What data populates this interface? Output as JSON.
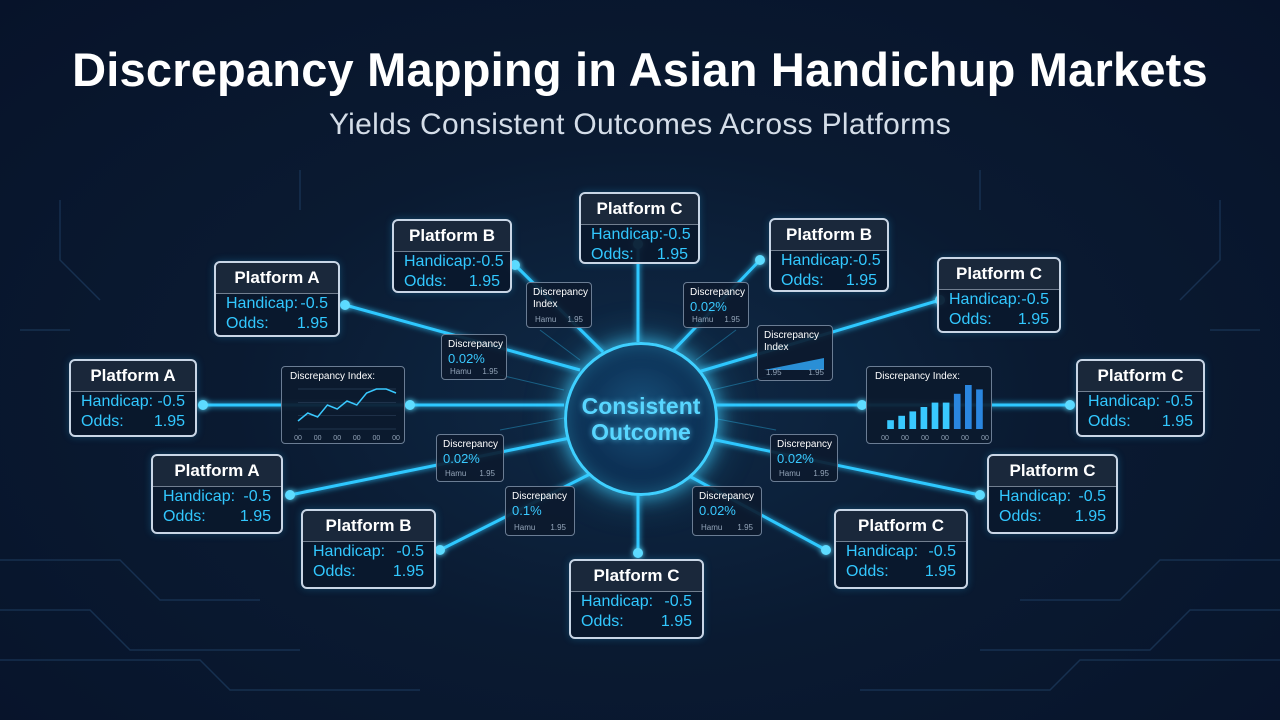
{
  "title": "Discrepancy Mapping in Asian Handichup Markets",
  "subtitle": "Yields Consistent Outcomes Across Platforms",
  "center": {
    "line1": "Consistent",
    "line2": "Outcome"
  },
  "colors": {
    "accent": "#3fd0ff",
    "background": "#0a1a31",
    "card_border": "#c9d6e6"
  },
  "row_labels": {
    "handicap": "Handicap:",
    "odds": "Odds:"
  },
  "platforms": [
    {
      "name": "Platform A",
      "handicap": "-0.5",
      "odds": "1.95"
    },
    {
      "name": "Platform B",
      "handicap": "-0.5",
      "odds": "1.95"
    },
    {
      "name": "Platform C",
      "handicap": "-0.5",
      "odds": "1.95"
    },
    {
      "name": "Platform B",
      "handicap": "-0.5",
      "odds": "1.95"
    },
    {
      "name": "Platform C",
      "handicap": "-0.5",
      "odds": "1.95"
    },
    {
      "name": "Platform A",
      "handicap": "-0.5",
      "odds": "1.95"
    },
    {
      "name": "Platform C",
      "handicap": "-0.5",
      "odds": "1.95"
    },
    {
      "name": "Platform A",
      "handicap": "-0.5",
      "odds": "1.95"
    },
    {
      "name": "Platform C",
      "handicap": "-0.5",
      "odds": "1.95"
    },
    {
      "name": "Platform B",
      "handicap": "-0.5",
      "odds": "1.95"
    },
    {
      "name": "Platform C",
      "handicap": "-0.5",
      "odds": "1.95"
    },
    {
      "name": "Platform C",
      "handicap": "-0.5",
      "odds": "1.95"
    }
  ],
  "discrepancy_panels": [
    {
      "label": "Discrepancy",
      "value": "0.02%",
      "footer_left": "Hamu",
      "footer_right": "1.95"
    },
    {
      "label": "Discrepancy Index",
      "value": "",
      "footer_left": "Hamu",
      "footer_right": "1.95"
    },
    {
      "label": "Discrepancy",
      "value": "0.02%",
      "footer_left": "Hamu",
      "footer_right": "1.95"
    },
    {
      "label": "Discrepancy Index",
      "value": "",
      "footer_left": "1.95",
      "footer_right": "1.95"
    },
    {
      "label": "Discrepancy",
      "value": "0.02%",
      "footer_left": "Hamu",
      "footer_right": "1.95"
    },
    {
      "label": "Discrepancy",
      "value": "0.02%",
      "footer_left": "Hamu",
      "footer_right": "1.95"
    },
    {
      "label": "Discrepancy",
      "value": "0.1%",
      "footer_left": "Hamu",
      "footer_right": "1.95"
    },
    {
      "label": "Discrepancy",
      "value": "0.02%",
      "footer_left": "Hamu",
      "footer_right": "1.95"
    }
  ],
  "index_charts": {
    "line_chart": {
      "title": "Discrepancy Index:",
      "values": [
        2,
        4,
        3,
        6,
        5,
        7,
        6,
        9,
        10,
        10,
        9
      ],
      "x_ticks": [
        "00",
        "00",
        "00",
        "00",
        "00",
        "00"
      ]
    },
    "bar_chart": {
      "title": "Discrepancy Index:",
      "values": [
        2,
        3,
        4,
        5,
        6,
        6,
        8,
        10,
        9
      ],
      "x_ticks": [
        "00",
        "00",
        "00",
        "00",
        "00",
        "00"
      ]
    }
  }
}
